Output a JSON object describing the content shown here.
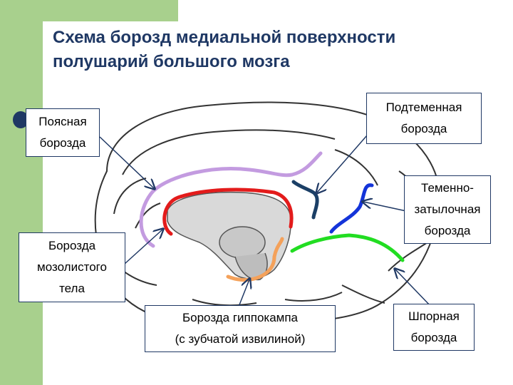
{
  "title": {
    "line1": "Схема борозд медиальной поверхности",
    "line2": "полушарий большого мозга"
  },
  "labels": {
    "cingulate": [
      "Поясная",
      "борозда"
    ],
    "subparietal": [
      "Подтеменная",
      "борозда"
    ],
    "parieto_occipital": [
      "Теменно-",
      "затылочная",
      "борозда"
    ],
    "corpus_callosum": [
      "Борозда",
      "мозолистого",
      "тела"
    ],
    "hippocampal": [
      "Борозда гиппокампа",
      "(с зубчатой извилиной)"
    ],
    "calcarine": [
      "Шпорная",
      "борозда"
    ]
  },
  "colors": {
    "accent_green": "#a8d08d",
    "title_blue": "#1f3864",
    "cingulate": "#c39be0",
    "corpus_callosum": "#e31b1b",
    "subparietal": "#1b3f66",
    "parieto_occipital": "#1434d9",
    "calcarine": "#22dd22",
    "hippocampal": "#f4a15a"
  }
}
